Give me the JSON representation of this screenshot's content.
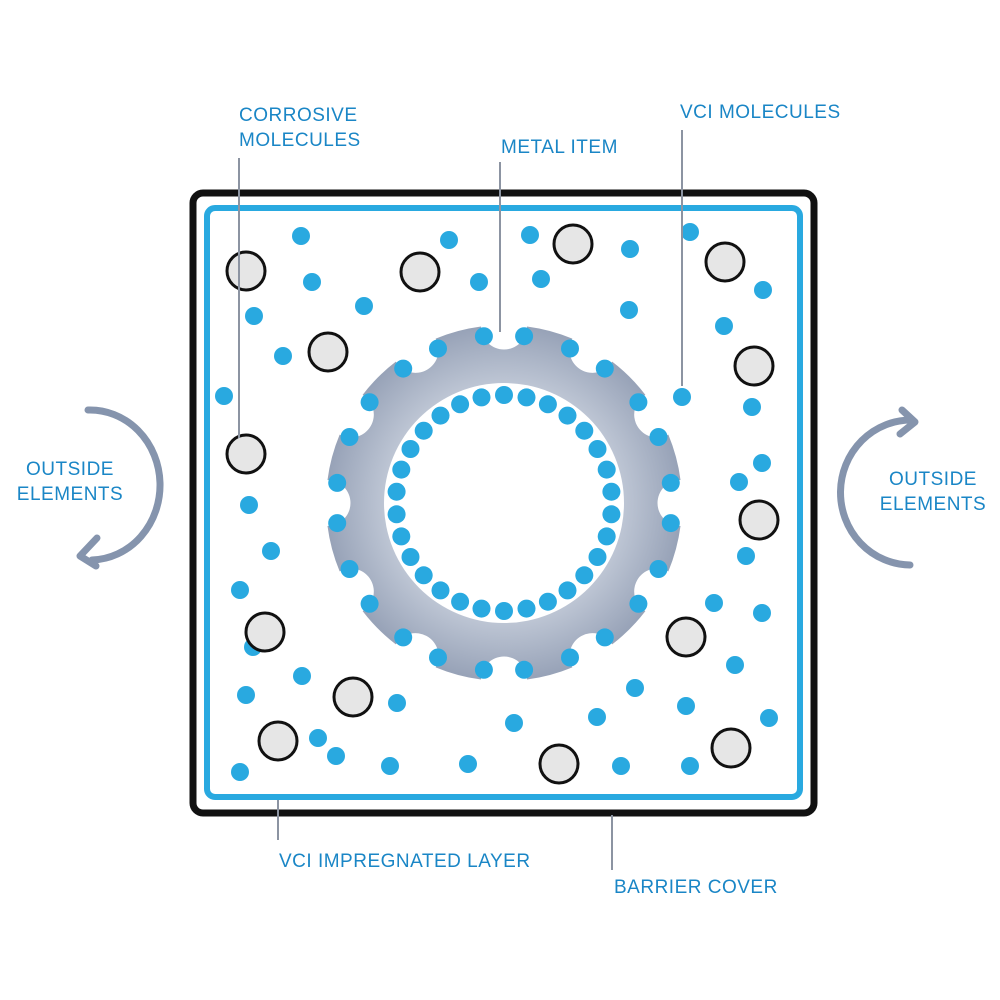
{
  "labels": {
    "corrosive_line1": "CORROSIVE",
    "corrosive_line2": "MOLECULES",
    "metal_item": "METAL ITEM",
    "vci_molecules": "VCI MOLECULES",
    "outside_left_line1": "OUTSIDE",
    "outside_left_line2": "ELEMENTS",
    "outside_right_line1": "OUTSIDE",
    "outside_right_line2": "ELEMENTS",
    "vci_layer": "VCI IMPREGNATED LAYER",
    "barrier_cover": "BARRIER COVER"
  },
  "icons": {
    "left_arrow": "curved-arrow-counterclockwise-icon",
    "right_arrow": "curved-arrow-clockwise-icon"
  },
  "colors": {
    "label_blue": "#1a86c6",
    "vci_blue": "#29a9e0",
    "barrier_black": "#111111",
    "metal_gray": "#a5afc1",
    "corrosive_fill": "#e6e6e6",
    "arrow_gray": "#8594ad",
    "leader_gray": "#8c94a2"
  }
}
